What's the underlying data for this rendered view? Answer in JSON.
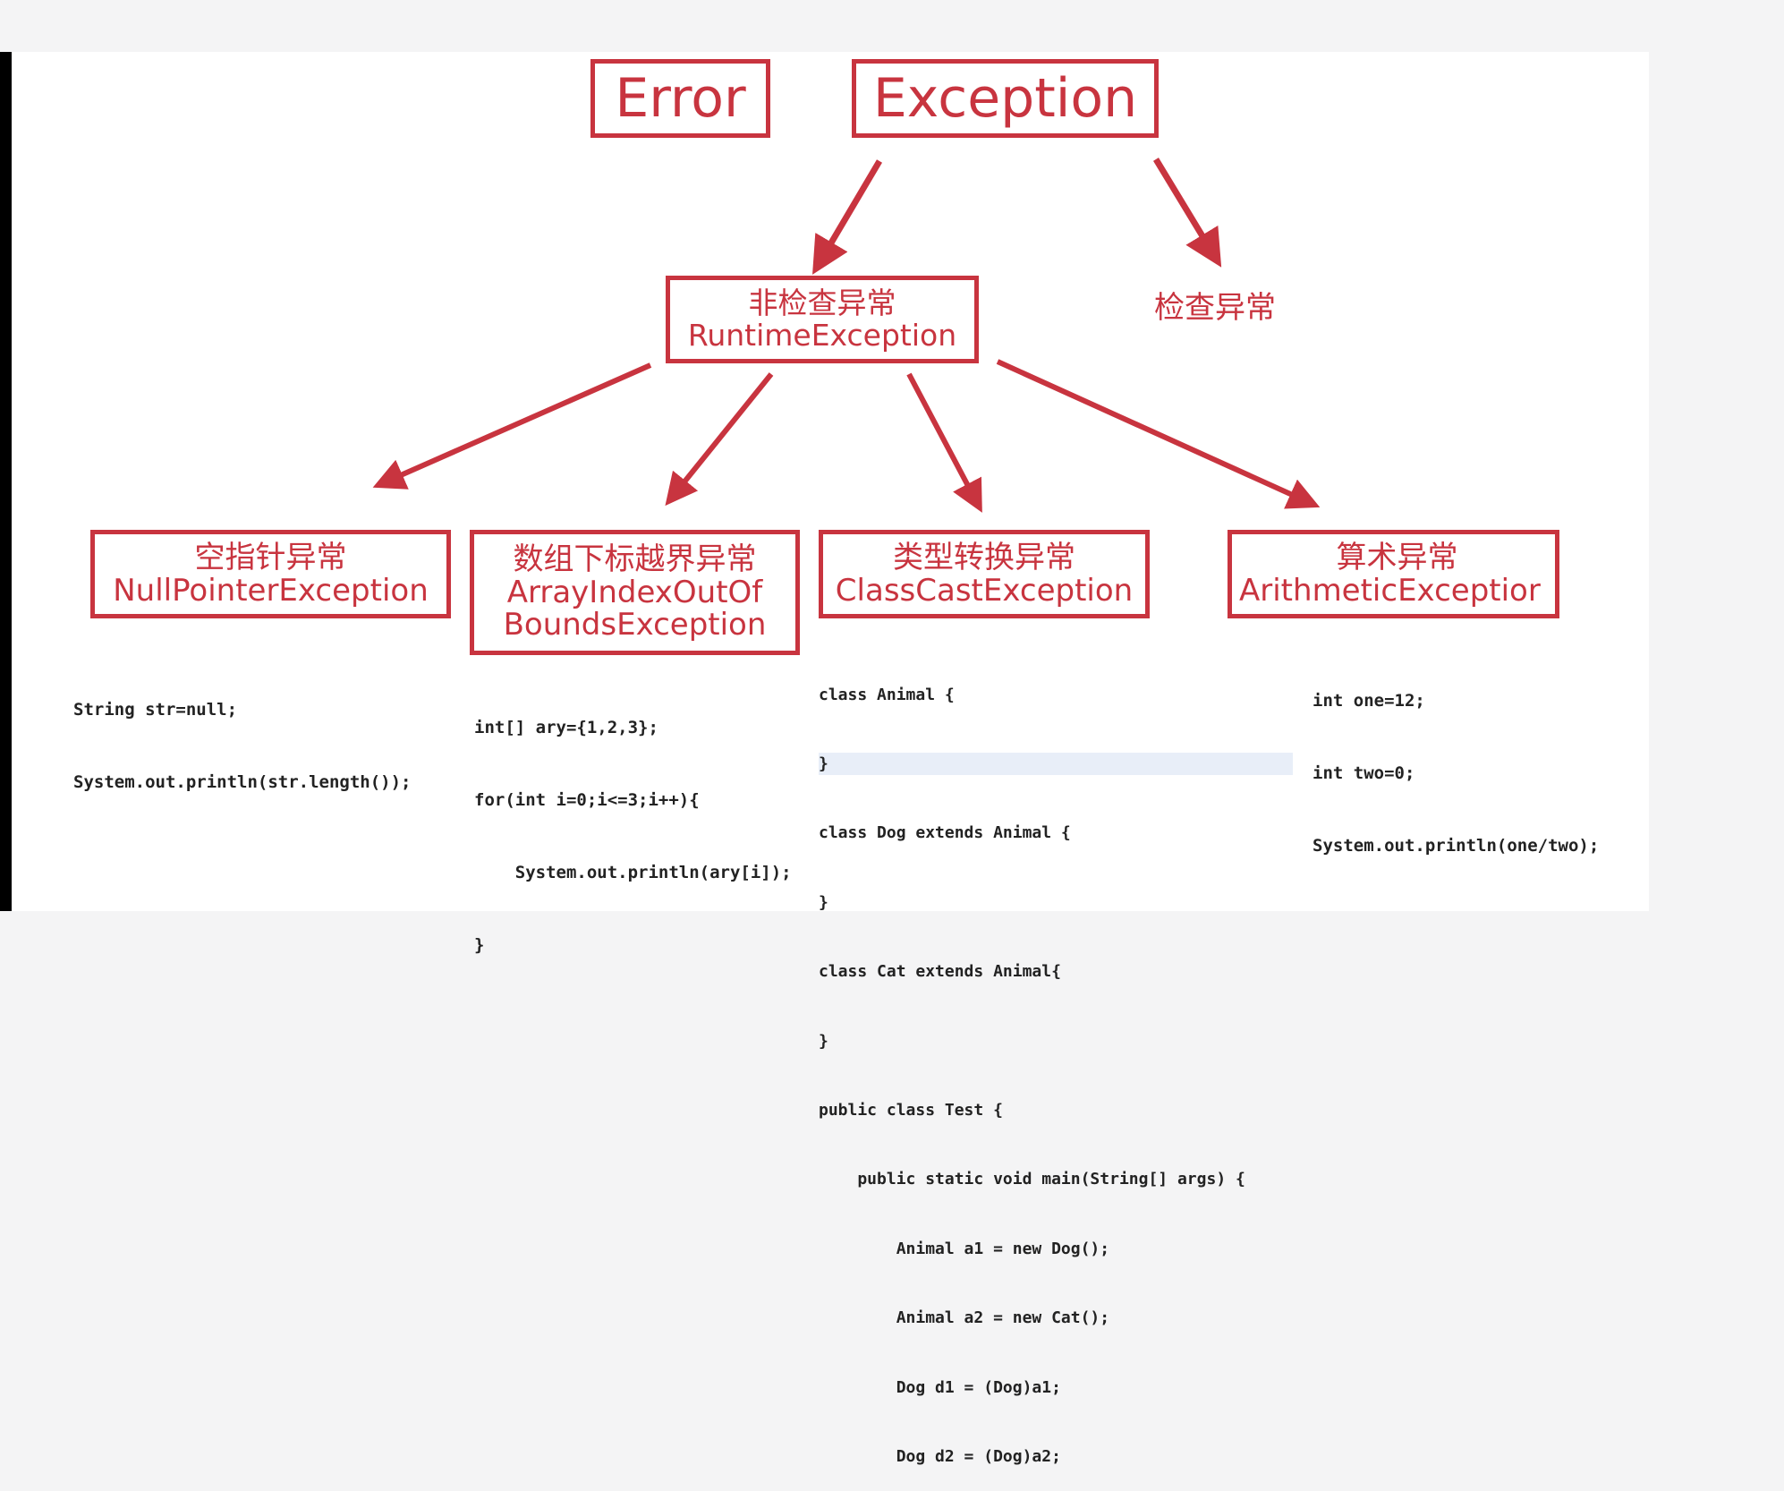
{
  "colors": {
    "accent": "#c8343f",
    "code_text": "#222222",
    "keyword": "#7b1f67"
  },
  "top": {
    "error": "Error",
    "exception": "Exception"
  },
  "runtime": {
    "cn": "非检查异常",
    "en": "RuntimeException"
  },
  "checked": {
    "cn": "检查异常"
  },
  "children": {
    "npe": {
      "cn": "空指针异常",
      "en": "NullPointerException"
    },
    "aioobe": {
      "cn": "数组下标越界异常",
      "en1": "ArrayIndexOutOf",
      "en2": "BoundsException"
    },
    "cce": {
      "cn": "类型转换异常",
      "en": "ClassCastException"
    },
    "ae": {
      "cn": "算术异常",
      "en": "ArithmeticExceptior"
    }
  },
  "code": {
    "npe": [
      "String str=null;",
      "System.out.println(str.length());"
    ],
    "aioobe": [
      "int[] ary={1,2,3};",
      "for(int i=0;i<=3;i++){",
      "    System.out.println(ary[i]);",
      "}"
    ],
    "cce": [
      "class Animal {",
      "}",
      "class Dog extends Animal {",
      "}",
      "class Cat extends Animal{",
      "}",
      "public class Test {",
      "    public static void main(String[] args) {",
      "        Animal a1 = new Dog();",
      "        Animal a2 = new Cat();",
      "        Dog d1 = (Dog)a1;",
      "        Dog d2 = (Dog)a2;"
    ],
    "ae": [
      "int one=12;",
      "int two=0;",
      "System.out.println(one/two);"
    ]
  }
}
